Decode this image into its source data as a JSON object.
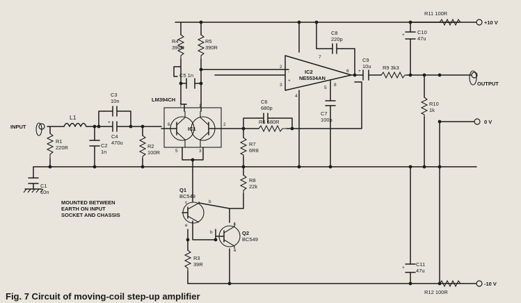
{
  "labels": {
    "input": "INPUT",
    "output": "OUTPUT",
    "plus10": "+10 V",
    "zero": "0 V",
    "minus10": "-10 V",
    "l1": "L1",
    "r1": [
      "R1",
      "220R"
    ],
    "c1": [
      "C1",
      "10n"
    ],
    "c2": [
      "C2",
      "1n"
    ],
    "c3": [
      "C3",
      "10n"
    ],
    "c4": [
      "C4",
      "470u"
    ],
    "r2": [
      "R2",
      "100R"
    ],
    "r4": [
      "R4",
      "390R"
    ],
    "r5": [
      "R5",
      "390R"
    ],
    "c5": "C5 1n",
    "ic1_part": "LM394CH",
    "ic1": "IC1",
    "c6": [
      "C6",
      "680p"
    ],
    "r6": "R6 680R",
    "r7": [
      "R7",
      "6R8"
    ],
    "r8": [
      "R8",
      "22k"
    ],
    "q1": [
      "Q1",
      "BC549"
    ],
    "q2": [
      "Q2",
      "BC549"
    ],
    "r3": [
      "R3",
      "39R"
    ],
    "ic2": [
      "IC2",
      "NE5534AN"
    ],
    "c8": [
      "C8",
      "220p"
    ],
    "c7": [
      "C7",
      "100p"
    ],
    "c9": [
      "C9",
      "10u"
    ],
    "r9": "R9 3k3",
    "r10": [
      "R10",
      "1k"
    ],
    "r11": "R11 100R",
    "c10": [
      "C10",
      "47u"
    ],
    "c11": [
      "C11",
      "47u"
    ],
    "r12": "R12 100R",
    "note": [
      "MOUNTED BETWEEN",
      "EARTH ON INPUT",
      "SOCKET AND CHASSIS"
    ]
  },
  "caption": "Fig. 7 Circuit of moving-coil step-up amplifier"
}
